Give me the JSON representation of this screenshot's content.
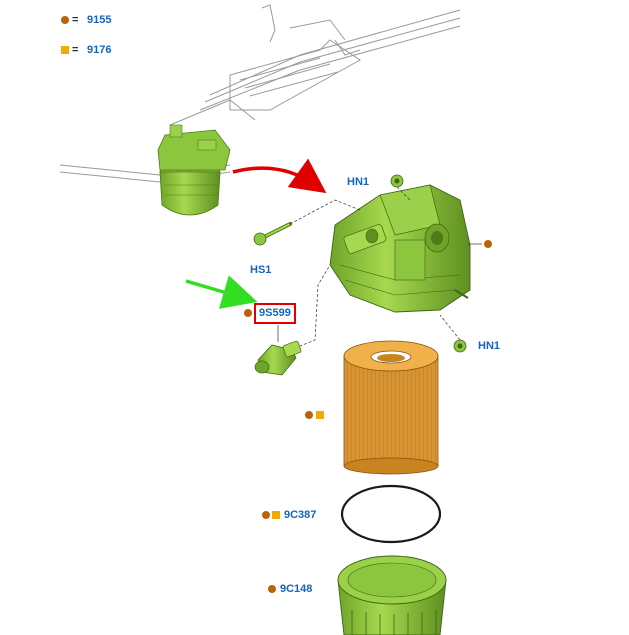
{
  "colors": {
    "dot": "#b8650a",
    "square": "#f5a800",
    "label": "#1565c0",
    "part_green": "#8cc63f",
    "part_green_dark": "#4f7a17",
    "filter_orange": "#e8a23a",
    "arrow_red": "#e00000",
    "arrow_green": "#33dd22",
    "highlight_box": "#e00000"
  },
  "legend": [
    {
      "marker": "dot",
      "equals": "=",
      "code": "9155"
    },
    {
      "marker": "square",
      "equals": "=",
      "code": "9176"
    }
  ],
  "labels": {
    "hn1_top": "HN1",
    "hs1": "HS1",
    "sensor": "9S599",
    "hn1_bottom": "HN1",
    "gasket": "9C387",
    "bowl": "9C148"
  },
  "icons": {
    "sensor_part": "fuel-water-sensor-icon",
    "filter_element": "filter-element-icon",
    "housing": "filter-housing-icon"
  }
}
